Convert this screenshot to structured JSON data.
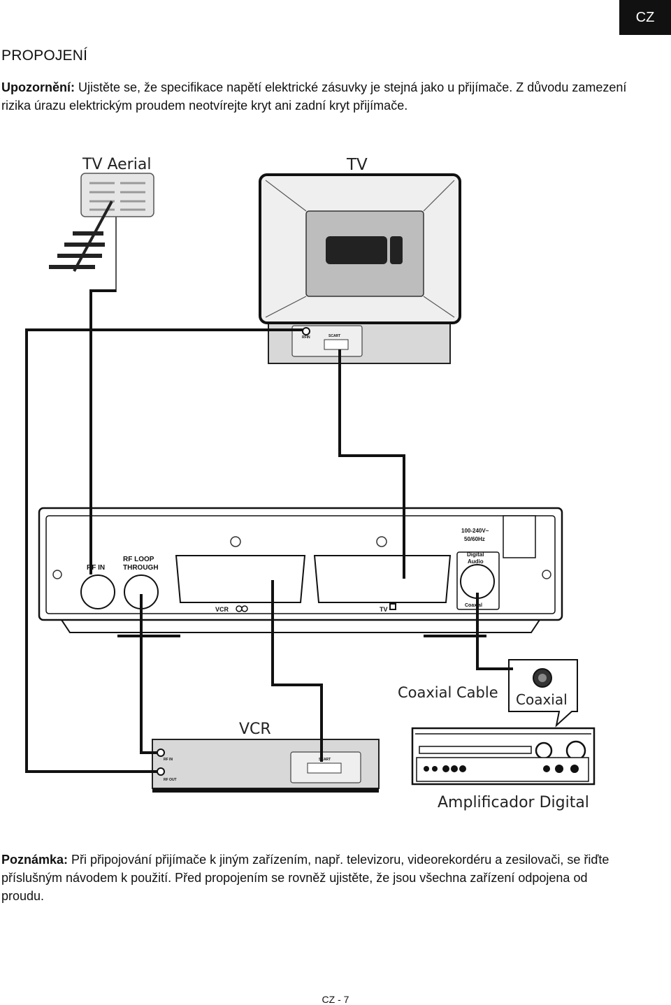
{
  "header": {
    "lang_badge": "CZ"
  },
  "page_title": "PROPOJENÍ",
  "warning": {
    "label": "Upozornění:",
    "text": " Ujistěte se, že specifikace napětí elektrické zásuvky je stejná jako u přijímače. Z důvodu zamezení rizika úrazu elektrickým proudem neotvírejte kryt ani zadní kryt přijímače."
  },
  "diagram": {
    "labels": {
      "tv_aerial": "TV Aerial",
      "tv": "TV",
      "vcr": "VCR",
      "coaxial_cable": "Coaxial Cable",
      "coaxial": "Coaxial",
      "amplifier": "Amplificador Digital"
    },
    "tv_ports": {
      "rf_in": "RFIN",
      "scart": "SCART"
    },
    "receiver": {
      "rf_in": "RF IN",
      "rf_loop_1": "RF LOOP",
      "rf_loop_2": "THROUGH",
      "vcr_scart": "VCR",
      "tv_scart": "TV",
      "power_1": "100-240V~",
      "power_2": "50/60Hz",
      "digital_audio_1": "Digital",
      "digital_audio_2": "Audio",
      "coaxial_port": "Coaxial"
    },
    "vcr_ports": {
      "rf_in": "RF IN",
      "rf_out": "RF OUT",
      "scart": "SCART"
    }
  },
  "note": {
    "label": "Poznámka:",
    "text": " Při připojování přijímače k jiným zařízením, např. televizoru, videorekordéru a zesilovači, se řiďte příslušným návodem k použití. Před propojením se rovněž ujistěte, že jsou všechna zařízení odpojena od proudu."
  },
  "footer": {
    "page_number": "CZ - 7"
  }
}
